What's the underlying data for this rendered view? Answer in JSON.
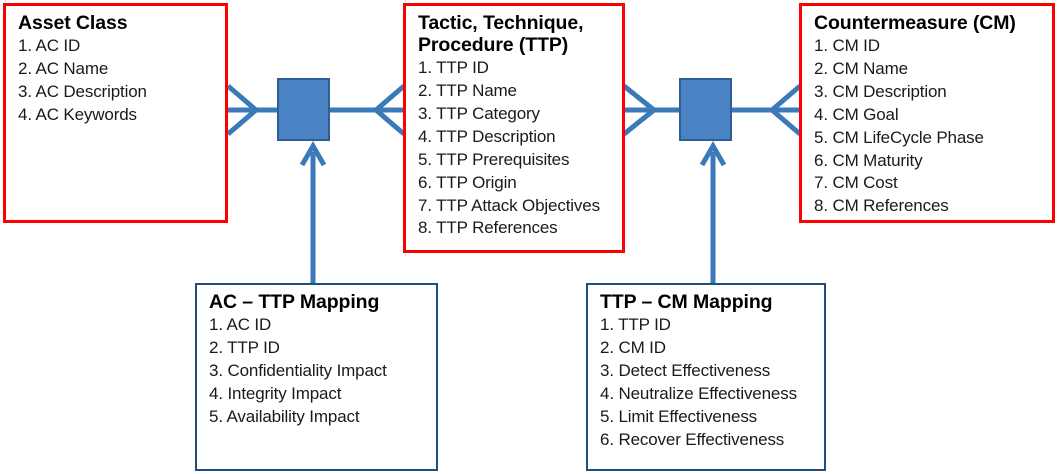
{
  "diagram": {
    "title": "Data model: Asset Class / TTP / Countermeasure with mapping tables",
    "colors": {
      "entity_border_primary": "#ff0000",
      "entity_border_mapping": "#1f4e79",
      "relationship_fill": "#4a83c3",
      "relationship_border": "#2e5f94",
      "connector_line": "#3a7ab8",
      "text": "#000000",
      "background": "#ffffff"
    }
  },
  "entities": {
    "asset_class": {
      "title": "Asset Class",
      "attributes": [
        "AC ID",
        "AC Name",
        "AC Description",
        "AC Keywords"
      ]
    },
    "ttp": {
      "title": "Tactic, Technique,\nProcedure (TTP)",
      "attributes": [
        "TTP ID",
        "TTP Name",
        "TTP Category",
        "TTP Description",
        "TTP Prerequisites",
        "TTP Origin",
        "TTP Attack Objectives",
        "TTP References"
      ]
    },
    "countermeasure": {
      "title": "Countermeasure (CM)",
      "attributes": [
        "CM ID",
        "CM Name",
        "CM Description",
        "CM Goal",
        "CM LifeCycle Phase",
        "CM Maturity",
        "CM Cost",
        "CM References"
      ]
    },
    "ac_ttp_mapping": {
      "title": "AC – TTP Mapping",
      "attributes": [
        "AC ID",
        "TTP ID",
        "Confidentiality Impact",
        "Integrity Impact",
        "Availability Impact"
      ]
    },
    "ttp_cm_mapping": {
      "title": "TTP – CM Mapping",
      "attributes": [
        "TTP ID",
        "CM ID",
        "Detect Effectiveness",
        "Neutralize Effectiveness",
        "Limit Effectiveness",
        "Recover Effectiveness"
      ]
    }
  },
  "relationships": [
    {
      "name": "ac-ttp-relationship",
      "left_entity": "Asset Class",
      "right_entity": "Tactic, Technique, Procedure (TTP)",
      "mapping_entity": "AC – TTP Mapping",
      "left_cardinality": "many",
      "right_cardinality": "many"
    },
    {
      "name": "ttp-cm-relationship",
      "left_entity": "Tactic, Technique, Procedure (TTP)",
      "right_entity": "Countermeasure (CM)",
      "mapping_entity": "TTP – CM Mapping",
      "left_cardinality": "many",
      "right_cardinality": "many"
    }
  ]
}
